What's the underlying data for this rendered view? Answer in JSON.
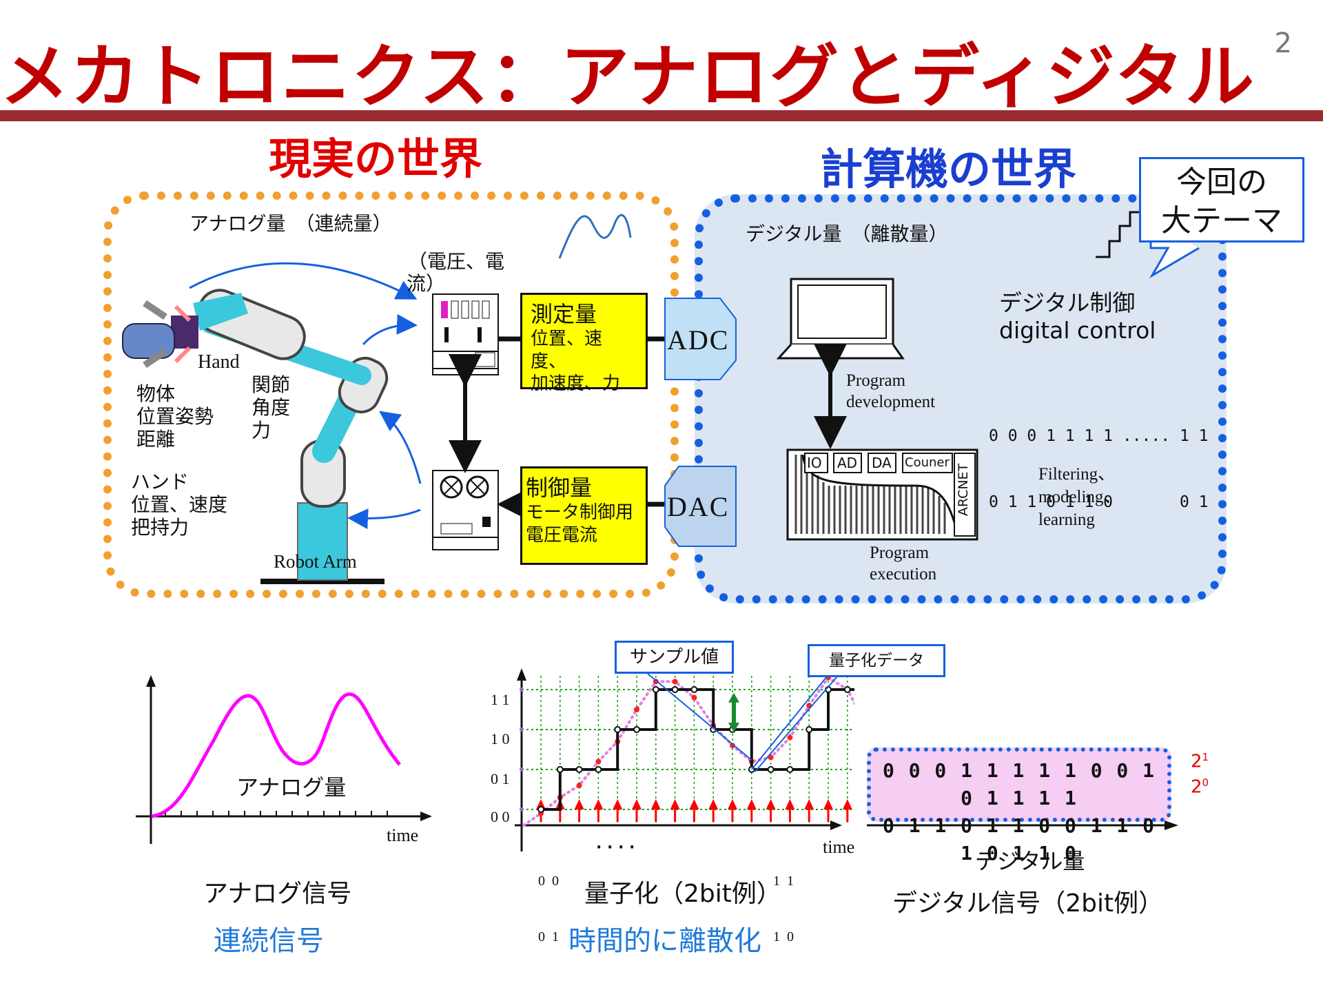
{
  "slide": {
    "title": "メカトロニクス：アナログとディジタル",
    "page_number": "2",
    "real_world_title": "現実の世界",
    "computer_world_title": "計算機の世界",
    "callout": {
      "line1": "今回の",
      "line2": "大テーマ"
    }
  },
  "real_world": {
    "analog_label": "アナログ量　（連続量）",
    "voltage_label_l1": "（電圧、電",
    "voltage_label_l2": "流）",
    "hand_label": "Hand",
    "object_l1": "物体",
    "object_l2": "位置姿勢",
    "object_l3": "距離",
    "joint_l1": "関節",
    "joint_l2": "角度",
    "joint_l3": "力",
    "handinfo_l1": "ハンド",
    "handinfo_l2": "位置、速度",
    "handinfo_l3": "把持力",
    "robot_arm_label": "Robot Arm",
    "measured_l1": "測定量",
    "measured_l2": "位置、速度、",
    "measured_l3": "加速度、力",
    "control_l1": "制御量",
    "control_l2": "モータ制御用",
    "control_l3": "電圧電流",
    "adc_label": "ADC",
    "dac_label": "DAC"
  },
  "computer_world": {
    "digital_label": "デジタル量　（離散量）",
    "digital_control_l1": "デジタル制御",
    "digital_control_l2": "digital control",
    "bits_row1": "0 0 0 1 1 1 1 ..... 1 1",
    "bits_row2": "0 1 1 0 1 1 0       0 1",
    "program_dev_l1": "Program",
    "program_dev_l2": "development",
    "program_exec_l1": "Program",
    "program_exec_l2": "execution",
    "filtering_l1": "Filtering、",
    "filtering_l2": "modeling、",
    "filtering_l3": "learning",
    "chip_labels": [
      "IO",
      "AD",
      "DA",
      "Couner",
      "ARCNET"
    ]
  },
  "analog_panel": {
    "curve_label": "アナログ量",
    "time_label": "time",
    "caption": "アナログ信号",
    "subcaption": "連続信号"
  },
  "quantization_panel": {
    "y_ticks": [
      "1 1",
      "1 0",
      "0 1",
      "0 0"
    ],
    "x_start_l1": "0  0",
    "x_start_l2": "0  1",
    "x_dots": "· · · ·",
    "x_end_l1": "1  1",
    "x_end_l2": "1  0",
    "time_label": "time",
    "sample_callout": "サンプル値",
    "quant_callout": "量子化データ",
    "caption": "量子化（2bit例）",
    "subcaption": "時間的に離散化",
    "levels": [
      0,
      1,
      1,
      1,
      2,
      2,
      3,
      3,
      3,
      2,
      2,
      1,
      1,
      1,
      2,
      3,
      3,
      2
    ],
    "level_count": 4
  },
  "digital_panel": {
    "row1": "0 0 0 1 1 1 1 1 0 0 1 0 1 1 1 1",
    "row2": "0 1 1 0 1 1 0 0 1 1 0 1 0 1 1 0",
    "exp1_base": "2",
    "exp1_sup": "1",
    "exp0_base": "2",
    "exp0_sup": "0",
    "label": "デジタル量",
    "caption": "デジタル信号（2bit例）"
  },
  "colors": {
    "title_red": "#c00000",
    "rule": "#9b2b30",
    "real_box_orange": "#f0a030",
    "computer_blue": "#1560e0",
    "computer_fill": "#dce6f2",
    "analog_magenta": "#ff00ff",
    "yellow_box": "#ffff00",
    "adc_blue": "#bfe0f5",
    "grid_green": "#00a000",
    "sample_red": "#ff0000",
    "robot_cyan": "#3cc8dc"
  }
}
